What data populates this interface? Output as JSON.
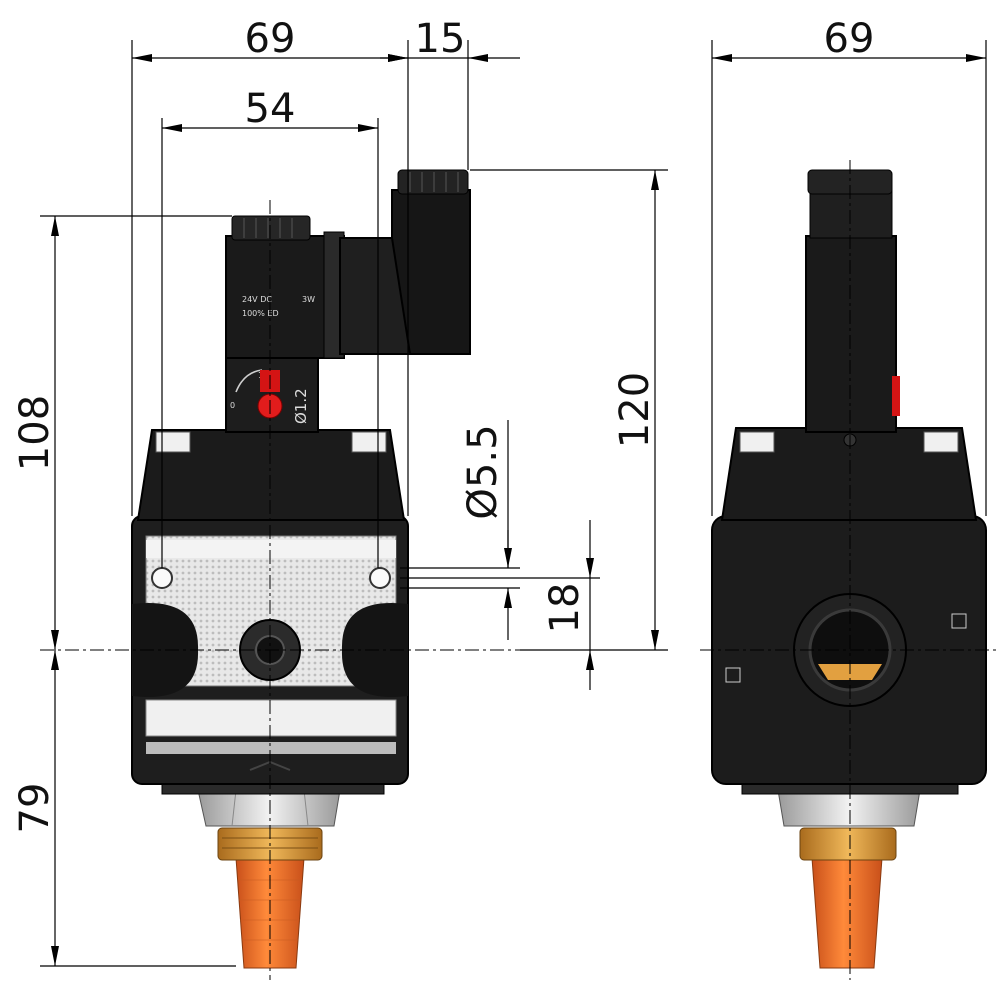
{
  "dimensions": {
    "front_width": "69",
    "connector_offset": "15",
    "hole_spacing": "54",
    "upper_height": "108",
    "lower_height": "79",
    "total_height": "120",
    "hole_diameter": "Ø5.5",
    "hole_offset": "18",
    "side_width": "69"
  },
  "labels": {
    "coil_voltage": "24V DC",
    "coil_duty": "100% ED",
    "coil_power": "3W",
    "override_zero": "0",
    "override_one": "1",
    "override_code": "Ø1.2"
  },
  "colors": {
    "body": "#1c1c1c",
    "body_edge": "#000000",
    "plate": "#e6e6e6",
    "override": "#d41414",
    "brass": "#d89a3a",
    "silencer": "#ef6f21",
    "metal": "#d0d0d0"
  }
}
